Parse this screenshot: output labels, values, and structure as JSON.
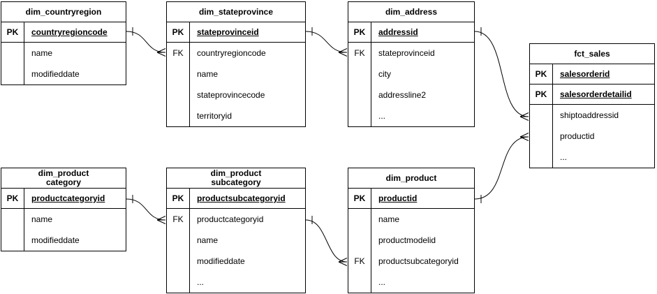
{
  "colors": {
    "line": "#000000",
    "background": "#ffffff",
    "text": "#000000"
  },
  "tables": [
    {
      "title": "dim_countryregion",
      "keys": [
        {
          "tag": "PK",
          "name": "countryregioncode"
        }
      ],
      "rows": [
        {
          "tag": "",
          "name": "name"
        },
        {
          "tag": "",
          "name": "modifieddate"
        }
      ]
    },
    {
      "title": "dim_stateprovince",
      "keys": [
        {
          "tag": "PK",
          "name": "stateprovinceid"
        }
      ],
      "rows": [
        {
          "tag": "FK",
          "name": "countryregioncode"
        },
        {
          "tag": "",
          "name": "name"
        },
        {
          "tag": "",
          "name": "stateprovincecode"
        },
        {
          "tag": "",
          "name": "territoryid"
        }
      ]
    },
    {
      "title": "dim_address",
      "keys": [
        {
          "tag": "PK",
          "name": "addressid"
        }
      ],
      "rows": [
        {
          "tag": "FK",
          "name": "stateprovinceid"
        },
        {
          "tag": "",
          "name": "city"
        },
        {
          "tag": "",
          "name": "addressline2"
        },
        {
          "tag": "",
          "name": "..."
        }
      ]
    },
    {
      "title": "fct_sales",
      "keys": [
        {
          "tag": "PK",
          "name": "salesorderid"
        },
        {
          "tag": "PK",
          "name": "salesorderdetailid"
        }
      ],
      "rows": [
        {
          "tag": "",
          "name": "shiptoaddressid"
        },
        {
          "tag": "",
          "name": "productid"
        },
        {
          "tag": "",
          "name": "..."
        }
      ]
    },
    {
      "title": "dim_product\ncategory",
      "keys": [
        {
          "tag": "PK",
          "name": "productcategoryid"
        }
      ],
      "rows": [
        {
          "tag": "",
          "name": "name"
        },
        {
          "tag": "",
          "name": "modifieddate"
        }
      ]
    },
    {
      "title": "dim_product\nsubcategory",
      "keys": [
        {
          "tag": "PK",
          "name": "productsubcategoryid"
        }
      ],
      "rows": [
        {
          "tag": "FK",
          "name": "productcategoryid"
        },
        {
          "tag": "",
          "name": "name"
        },
        {
          "tag": "",
          "name": "modifieddate"
        },
        {
          "tag": "",
          "name": "..."
        }
      ]
    },
    {
      "title": "dim_product",
      "keys": [
        {
          "tag": "PK",
          "name": "productid"
        }
      ],
      "rows": [
        {
          "tag": "",
          "name": "name"
        },
        {
          "tag": "",
          "name": "productmodelid"
        },
        {
          "tag": "FK",
          "name": "productsubcategoryid"
        },
        {
          "tag": "",
          "name": "..."
        }
      ]
    }
  ],
  "relationships": [
    {
      "from": "dim_countryregion",
      "to": "dim_stateprovince",
      "from_cardinality": "one",
      "to_cardinality": "many"
    },
    {
      "from": "dim_stateprovince",
      "to": "dim_address",
      "from_cardinality": "one",
      "to_cardinality": "many"
    },
    {
      "from": "dim_address",
      "to": "fct_sales",
      "from_cardinality": "one",
      "to_cardinality": "many"
    },
    {
      "from": "dim_product",
      "to": "fct_sales",
      "from_cardinality": "one",
      "to_cardinality": "many"
    },
    {
      "from": "dim_product category",
      "to": "dim_product subcategory",
      "from_cardinality": "one",
      "to_cardinality": "many"
    },
    {
      "from": "dim_product subcategory",
      "to": "dim_product",
      "from_cardinality": "one",
      "to_cardinality": "many"
    }
  ]
}
